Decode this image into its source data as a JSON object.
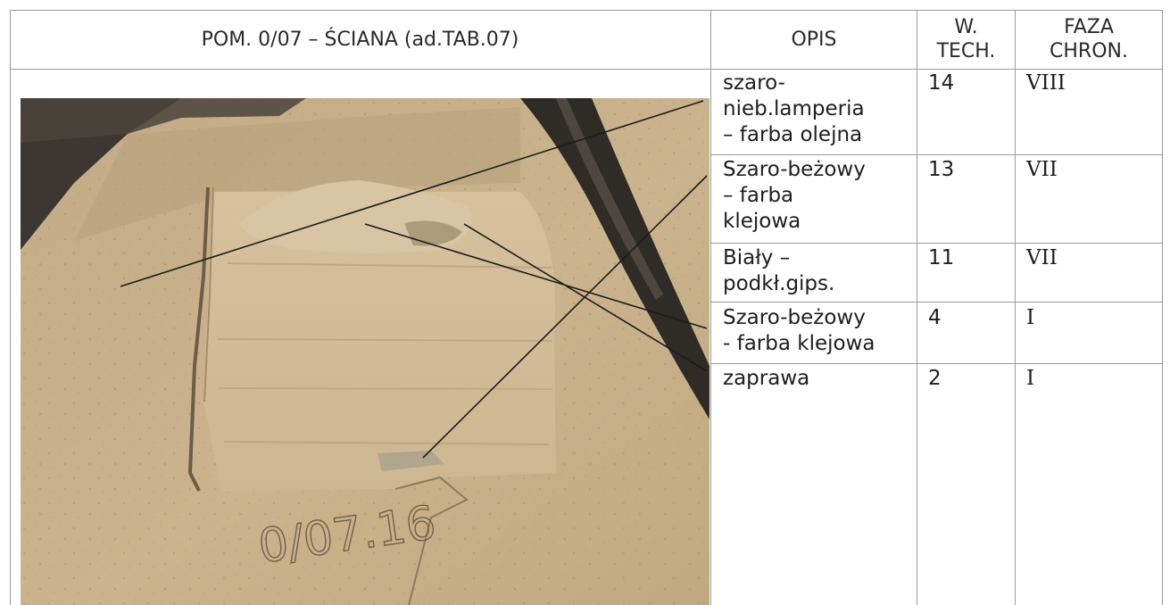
{
  "header": {
    "col_title": "POM. 0/07 – ŚCIANA (ad.TAB.07)",
    "col_opis": "OPIS",
    "col_wtech_1": "W.",
    "col_wtech_2": "TECH.",
    "col_faza_1": "FAZA",
    "col_faza_2": "CHRON."
  },
  "photo": {
    "sample_label": "0/07.16"
  },
  "rows": [
    {
      "opis_lines": [
        "szaro-",
        "nieb.lamperia",
        "– farba olejna"
      ],
      "w_tech": "14",
      "faza": "VIII"
    },
    {
      "opis_lines": [
        "Szaro-beżowy",
        "– farba",
        "klejowa"
      ],
      "w_tech": "13",
      "faza": "VII"
    },
    {
      "opis_lines": [
        "Biały –",
        "podkł.gips."
      ],
      "w_tech": "11",
      "faza": "VII"
    },
    {
      "opis_lines": [
        "Szaro-beżowy",
        "- farba klejowa"
      ],
      "w_tech": "4",
      "faza": "I"
    },
    {
      "opis_lines": [
        "zaprawa"
      ],
      "w_tech": "2",
      "faza": "I"
    }
  ],
  "colors": {
    "grid": "#9a9a9a",
    "plaster": "#c8b08a",
    "dark_band": "#3f3a33"
  }
}
